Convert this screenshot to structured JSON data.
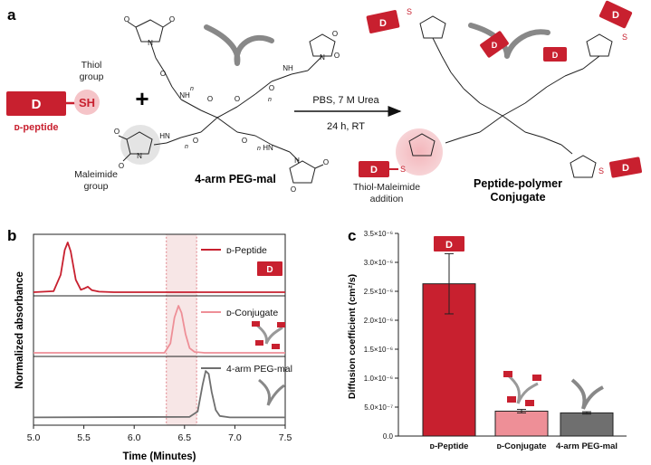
{
  "panels": {
    "a": "a",
    "b": "b",
    "c": "c"
  },
  "scheme": {
    "d_letter": "D",
    "sh_label": "SH",
    "thiol_group": [
      "Thiol",
      "group"
    ],
    "d_peptide": "ᴅ-peptide",
    "plus": "+",
    "maleimide_group": [
      "Maleimide",
      "group"
    ],
    "peg_label": "4-arm PEG-mal",
    "condition_top": "PBS, 7 M Urea",
    "condition_bottom": "24 h, RT",
    "thiol_maleimide": [
      "Thiol-Maleimide",
      "addition"
    ],
    "conjugate_label": [
      "Peptide-polymer",
      "Conjugate"
    ],
    "atom_O": "O",
    "atom_N": "N",
    "atom_NH": "NH",
    "atom_HN": "HN",
    "atom_S": "S",
    "sub_n": "n"
  },
  "colors": {
    "peptide_red": "#c8202f",
    "conjugate_pink": "#ee8f97",
    "peg_gray": "#6f6f6f",
    "highlight_band": "#f4dcdc"
  },
  "chart_data": [
    {
      "type": "line",
      "panel": "b",
      "xlabel": "Time (Minutes)",
      "ylabel": "Normalized absorbance",
      "xlim": [
        5.0,
        7.5
      ],
      "xticks": [
        "5.0",
        "5.5",
        "6.0",
        "6.5",
        "7.0",
        "7.5"
      ],
      "highlight_range": [
        6.32,
        6.62
      ],
      "series": [
        {
          "name": "ᴅ-Peptide",
          "color": "#c8202f",
          "x": [
            5.0,
            5.2,
            5.27,
            5.31,
            5.34,
            5.37,
            5.42,
            5.47,
            5.51,
            5.54,
            5.58,
            5.65,
            5.8,
            6.2,
            7.5
          ],
          "y": [
            0.0,
            0.02,
            0.35,
            0.85,
            1.0,
            0.82,
            0.25,
            0.05,
            0.08,
            0.11,
            0.04,
            0.01,
            0.0,
            0.0,
            0.0
          ]
        },
        {
          "name": "ᴅ-Conjugate",
          "color": "#ee8f97",
          "x": [
            5.0,
            6.3,
            6.36,
            6.4,
            6.44,
            6.47,
            6.51,
            6.55,
            6.6,
            6.7,
            7.5
          ],
          "y": [
            0.0,
            0.0,
            0.2,
            0.75,
            1.0,
            0.85,
            0.4,
            0.1,
            0.02,
            0.0,
            0.0
          ]
        },
        {
          "name": "4-arm PEG-mal",
          "color": "#6f6f6f",
          "x": [
            5.0,
            6.55,
            6.63,
            6.68,
            6.71,
            6.74,
            6.77,
            6.81,
            6.85,
            6.95,
            7.5
          ],
          "y": [
            0.03,
            0.04,
            0.15,
            0.7,
            0.98,
            0.92,
            0.55,
            0.18,
            0.06,
            0.03,
            0.03
          ]
        }
      ]
    },
    {
      "type": "bar",
      "panel": "c",
      "ylabel": "Diffusion coefficient (cm²/s)",
      "ylim": [
        0,
        3.5e-06
      ],
      "yticks": [
        "0.0",
        "5.0×10⁻⁷",
        "1.0×10⁻⁶",
        "1.5×10⁻⁶",
        "2.0×10⁻⁶",
        "2.5×10⁻⁶",
        "3.0×10⁻⁶",
        "3.5×10⁻⁶"
      ],
      "categories": [
        "ᴅ-Peptide",
        "ᴅ-Conjugate",
        "4-arm PEG-mal"
      ],
      "values": [
        2.63e-06,
        4.3e-07,
        4e-07
      ],
      "errors": [
        5.2e-07,
        3e-08,
        2e-08
      ],
      "colors": [
        "#c8202f",
        "#ee8f97",
        "#6f6f6f"
      ]
    }
  ]
}
